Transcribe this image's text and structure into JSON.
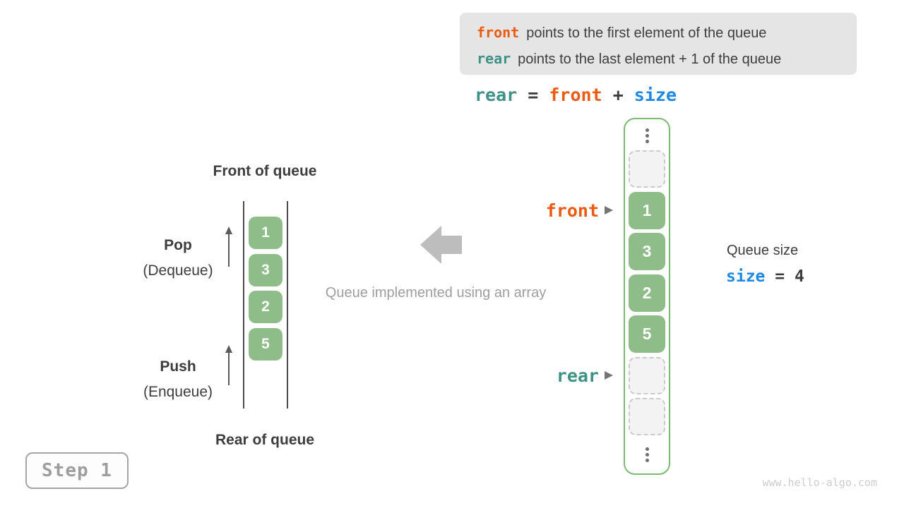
{
  "info_box": {
    "lines": [
      {
        "keyword": "front",
        "text": "points to the first element of the queue"
      },
      {
        "keyword": "rear",
        "text": "points to the last element + 1 of the queue"
      }
    ]
  },
  "formula": {
    "parts": [
      {
        "text": "rear"
      },
      {
        "text": " = "
      },
      {
        "text": "front"
      },
      {
        "text": " + "
      },
      {
        "text": "size"
      }
    ]
  },
  "left_queue": {
    "front_label": "Front of queue",
    "rear_label": "Rear of queue",
    "pop": {
      "title": "Pop",
      "subtitle": "(Dequeue)"
    },
    "push": {
      "title": "Push",
      "subtitle": "(Enqueue)"
    },
    "cells": [
      "1",
      "3",
      "2",
      "5"
    ]
  },
  "middle": {
    "caption": "Queue implemented using an array"
  },
  "array": {
    "front_pointer": "front",
    "rear_pointer": "rear",
    "cells": [
      {
        "type": "empty",
        "value": ""
      },
      {
        "type": "value",
        "value": "1"
      },
      {
        "type": "value",
        "value": "3"
      },
      {
        "type": "value",
        "value": "2"
      },
      {
        "type": "value",
        "value": "5"
      },
      {
        "type": "empty",
        "value": ""
      },
      {
        "type": "empty",
        "value": ""
      }
    ]
  },
  "size_info": {
    "label": "Queue size",
    "variable": "size",
    "equals": " = ",
    "value": "4"
  },
  "step_badge": "Step 1",
  "watermark": "www.hello-algo.com",
  "colors": {
    "front_orange": "#ec5b13",
    "rear_teal": "#3f9186",
    "size_blue": "#1e88e5",
    "cell_green": "#8ebd89",
    "array_border_green": "#7cba74",
    "info_box_bg": "#e5e5e5",
    "muted_gray": "#9e9e9e",
    "big_arrow_gray": "#bdbdbd",
    "dark_text": "#3d3d3d"
  }
}
